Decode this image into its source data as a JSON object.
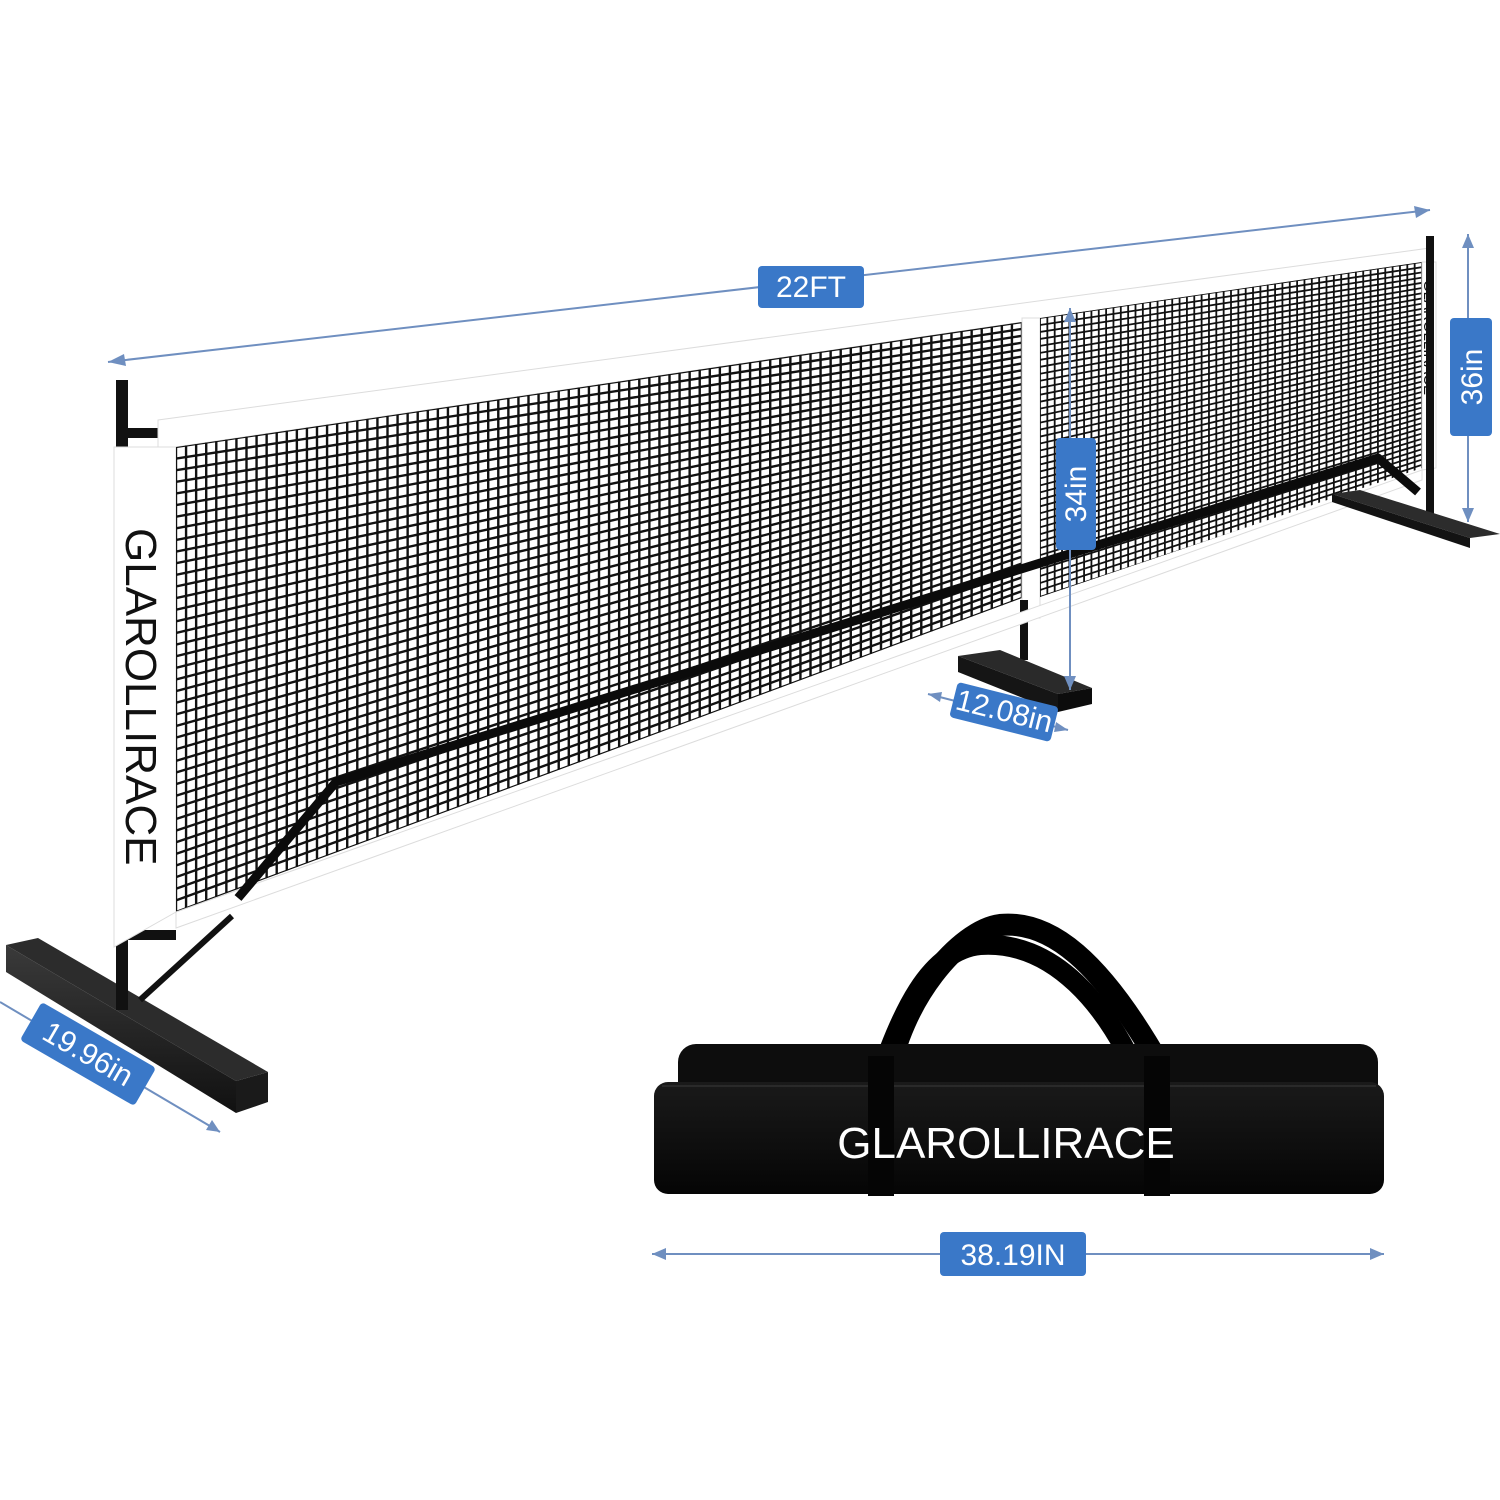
{
  "brand": "GLAROLLIRACE",
  "net": {
    "left_band_text": "GLAROLLIRACE",
    "right_band_text": "GLAROLLIRACE"
  },
  "bag": {
    "label": "GLAROLLIRACE"
  },
  "dimensions": {
    "length": "22FT",
    "post_height": "36in",
    "net_center_height": "34in",
    "center_base_width": "12.08in",
    "end_base_length": "19.96in",
    "bag_length": "38.19IN"
  },
  "colors": {
    "dimension_accent": "#3a78c8",
    "dimension_line": "#6f8fc0",
    "net": "#111111",
    "band": "#ffffff"
  }
}
